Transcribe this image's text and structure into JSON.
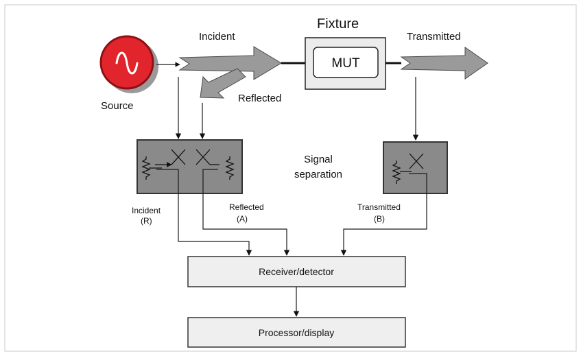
{
  "source": {
    "label": "Source",
    "colors": {
      "fill": "#e2242c",
      "rim": "#8c1116",
      "wave": "#ffffff"
    }
  },
  "signals": {
    "incident": "Incident",
    "reflected": "Reflected",
    "transmitted": "Transmitted"
  },
  "fixture": {
    "title": "Fixture",
    "mut": "MUT"
  },
  "signal_separation": {
    "line1": "Signal",
    "line2": "separation"
  },
  "ports": {
    "incident": {
      "name": "Incident",
      "code": "(R)"
    },
    "reflected": {
      "name": "Reflected",
      "code": "(A)"
    },
    "transmitted": {
      "name": "Transmitted",
      "code": "(B)"
    }
  },
  "blocks": {
    "receiver": "Receiver/detector",
    "processor": "Processor/display"
  },
  "colors": {
    "arrow": "#9a9a9a",
    "coupler": "#8a8a8a",
    "panel": "#efefef"
  }
}
